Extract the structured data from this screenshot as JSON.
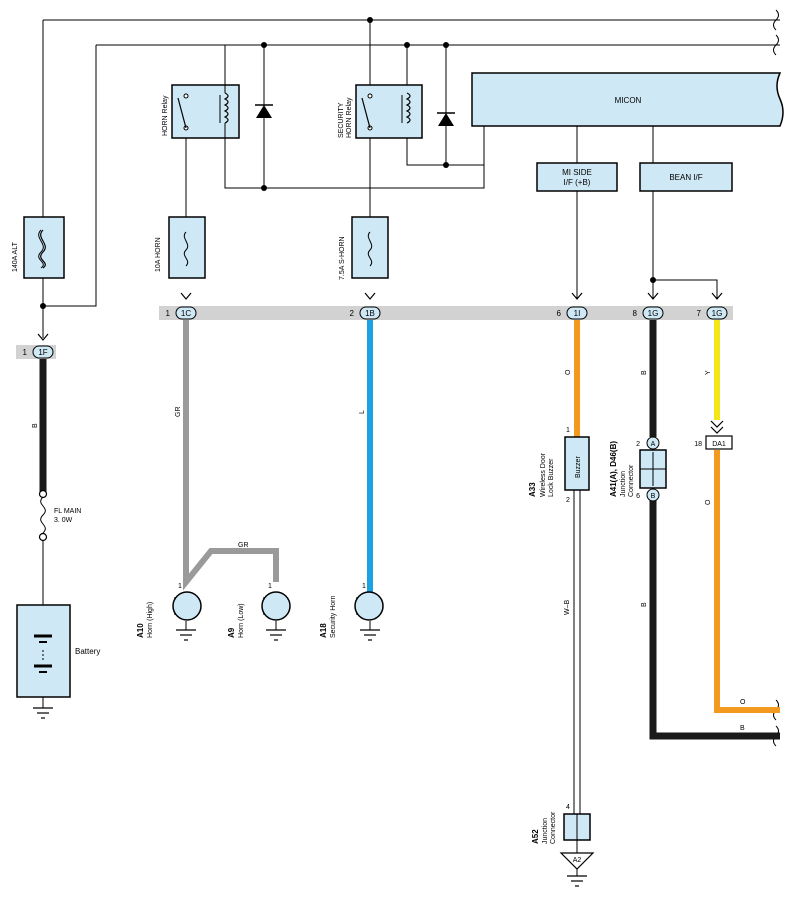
{
  "components": {
    "micon": "MICON",
    "mi_side_if": [
      "MI SIDE",
      "I/F (+B)"
    ],
    "bean_if": "BEAN I/F",
    "horn_relay": "HORN Relay",
    "security_horn_relay": [
      "SECURITY",
      "HORN Relay"
    ],
    "fuse_140a_alt": "140A ALT",
    "fuse_10a_horn": "10A HORN",
    "fuse_7_5a_s_horn": "7.5A S-HORN",
    "fl_main": [
      "FL MAIN",
      "3. 0W"
    ],
    "battery": "Battery",
    "buzzer": "Buzzer",
    "a33_code": "A33",
    "a33_name": [
      "Wireless Door",
      "Lock Buzzer"
    ],
    "a41_code": "A41(A), D46(B)",
    "a41_name": [
      "Junction",
      "Connector"
    ],
    "a52_code": "A52",
    "a52_name": [
      "Junction",
      "Connector"
    ],
    "a10_code": "A10",
    "a10_name": "Horn (High)",
    "a9_code": "A9",
    "a9_name": "Horn (Low)",
    "a18_code": "A18",
    "a18_name": "Security Horn",
    "ground_a2": "A2",
    "connector_da1": "DA1"
  },
  "connectors": {
    "c1f": {
      "pin": "1",
      "id": "1F"
    },
    "c1c": {
      "pin": "1",
      "id": "1C"
    },
    "c1b": {
      "pin": "2",
      "id": "1B"
    },
    "c1i": {
      "pin": "6",
      "id": "1I"
    },
    "c1g_a": {
      "pin": "8",
      "id": "1G"
    },
    "c1g_b": {
      "pin": "7",
      "id": "1G"
    }
  },
  "pins": {
    "buzzer_top": "1",
    "buzzer_bottom": "2",
    "jc_a": "A",
    "jc_b": "B",
    "jc_a_num": "2",
    "jc_b_num": "6",
    "da1_pin": "18",
    "a52_pin": "4",
    "a10_pin": "1",
    "a9_pin": "1",
    "a18_pin": "1"
  },
  "wire_labels": {
    "b_battery": "B",
    "gr_horn": "GR",
    "gr_bridge": "GR",
    "l_shorn": "L",
    "o_buzzer": "O",
    "b_bean": "B",
    "y_bean": "Y",
    "o_da1": "O",
    "w_b": "W–B",
    "b_lower": "B",
    "o_right": "O",
    "b_right": "B"
  },
  "colors": {
    "box_fill": "#cfe8f5",
    "wire_black": "#1a1a1a",
    "wire_gray": "#9a9a9a",
    "wire_blue": "#1aa3e0",
    "wire_orange": "#f39a1e",
    "wire_yellow": "#f5e61a",
    "bar_gray": "#d2d2d2"
  }
}
